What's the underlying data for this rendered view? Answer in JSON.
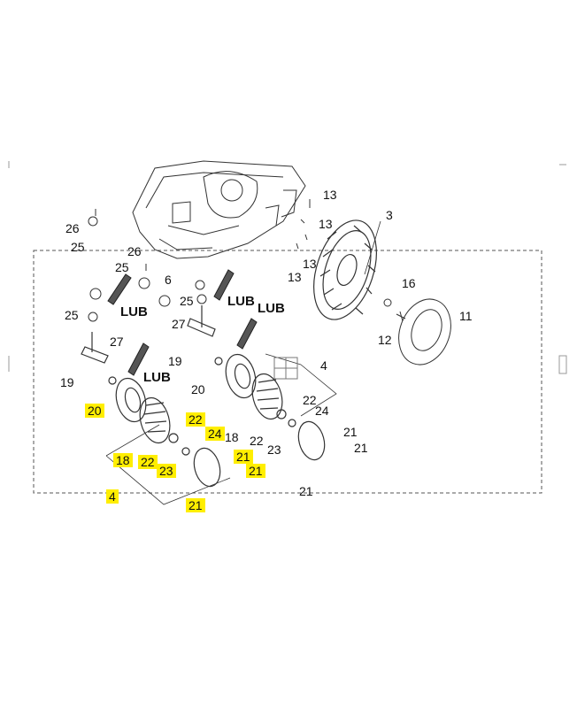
{
  "diagram": {
    "highlight_color": "#ffee00",
    "line_color": "#333333",
    "dashed_box_color": "#555555",
    "labels": {
      "p26a": "26",
      "p25a": "25",
      "p26b": "26",
      "p25b": "25",
      "p6": "6",
      "p25c": "25",
      "p25d": "25",
      "p27a": "27",
      "p27b": "27",
      "p19a": "19",
      "p19b": "19",
      "p20a": "20",
      "p20b": "20",
      "p13a": "13",
      "p13b": "13",
      "p13c": "13",
      "p13d": "13",
      "p3": "3",
      "p16": "16",
      "p12": "12",
      "p11": "11",
      "p4a": "4",
      "p4b": "4",
      "p18a": "18",
      "p18b": "18",
      "p22a": "22",
      "p22b": "22",
      "p22c": "22",
      "p22d": "22",
      "p24a": "24",
      "p24b": "24",
      "p23a": "23",
      "p23b": "23",
      "p21a": "21",
      "p21b": "21",
      "p21c": "21",
      "p21d": "21",
      "p21e": "21",
      "p21f": "21",
      "lub1": "LUB",
      "lub2": "LUB",
      "lub3": "LUB"
    }
  }
}
